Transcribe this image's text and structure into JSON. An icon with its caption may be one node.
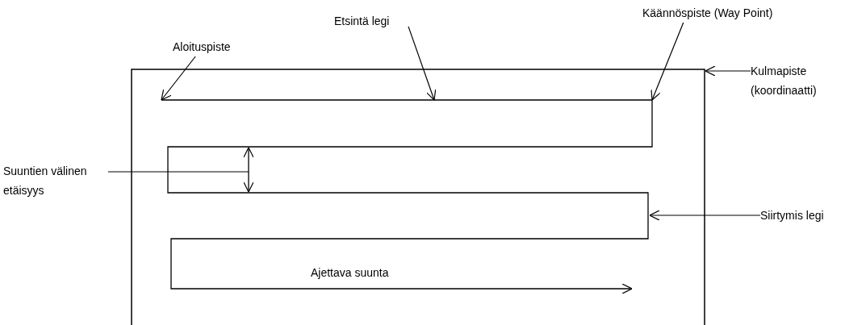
{
  "diagram": {
    "nodes": [
      {
        "text": [
          "Aloituspiste"
        ]
      },
      {
        "text": [
          "Etsintä legi"
        ]
      },
      {
        "text": [
          "Käännöspiste (Way Point)"
        ]
      },
      {
        "text": [
          "Kulmapiste (koordinaatti)"
        ]
      },
      {
        "text": [
          "Suuntien välinen etäisyys"
        ]
      },
      {
        "text": [
          "Siirtymis legi"
        ]
      }
    ],
    "edges": [
      {
        "from": 0,
        "to": null,
        "arrow": "to"
      },
      {
        "from": 1,
        "to": null,
        "arrow": "to"
      },
      {
        "from": 2,
        "to": null,
        "arrow": "to"
      },
      {
        "from": 3,
        "to": null,
        "arrow": "to"
      },
      {
        "from": 4,
        "to": null,
        "arrow": "none"
      },
      {
        "from": 5,
        "to": null,
        "arrow": "to"
      }
    ],
    "labels": [
      "Ajettava suunta"
    ]
  }
}
